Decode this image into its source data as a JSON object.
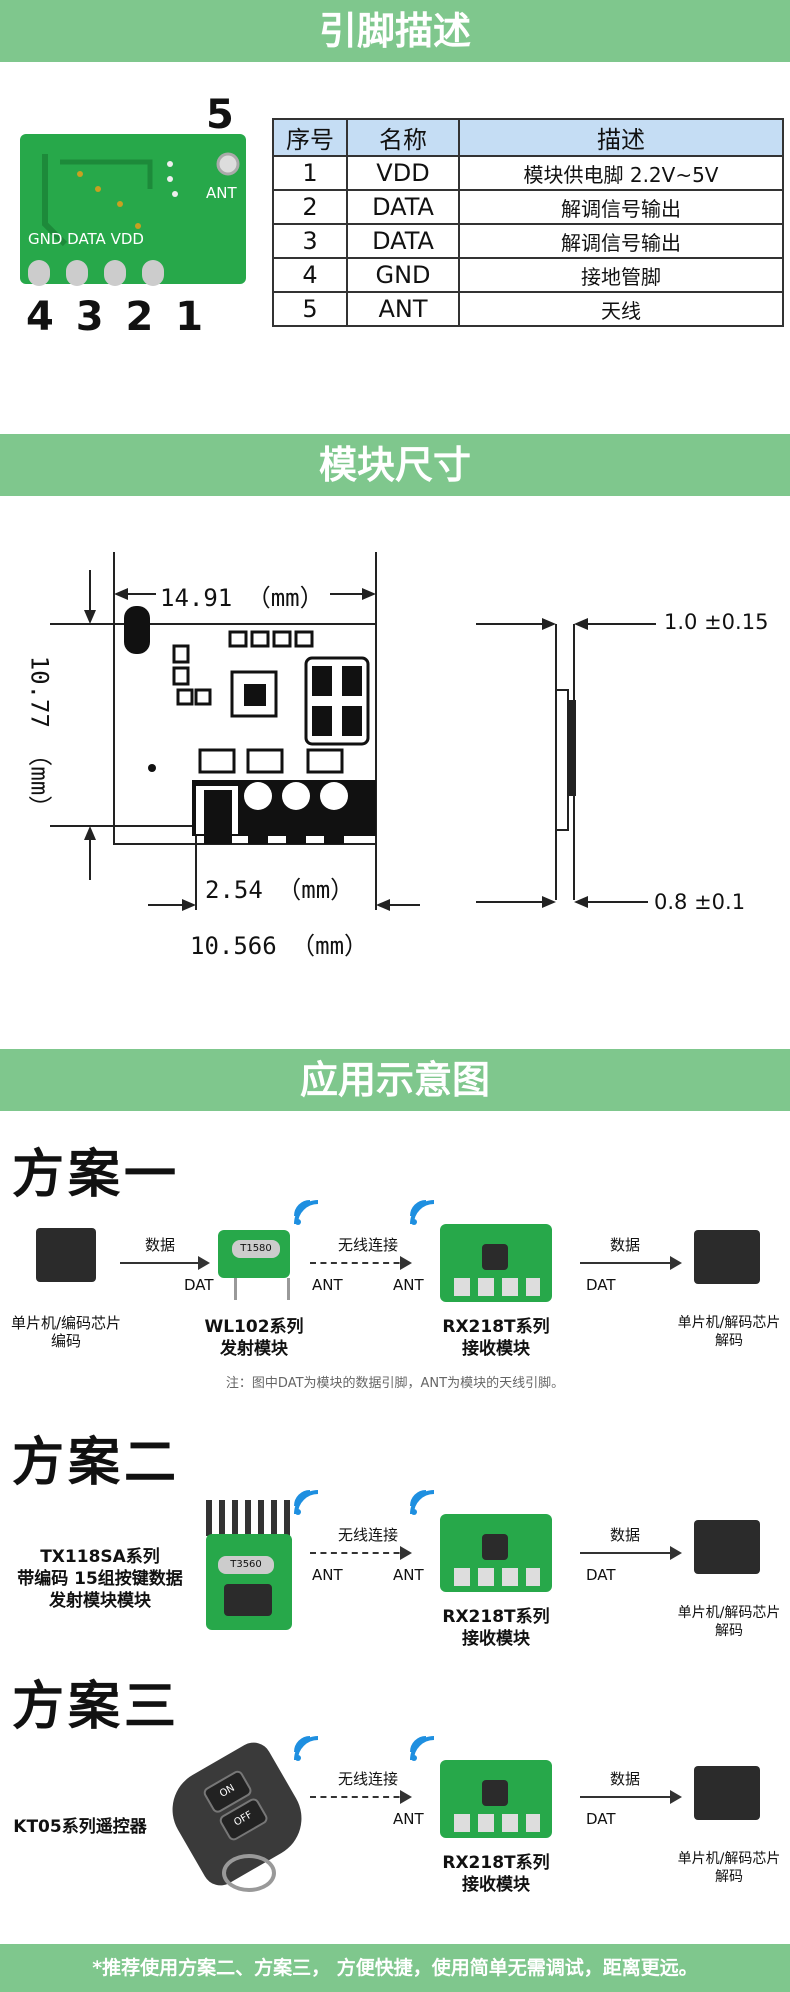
{
  "sections": {
    "pin_title": "引脚描述",
    "size_title": "模块尺寸",
    "app_title": "应用示意图"
  },
  "pin_diagram": {
    "ant_number": "5",
    "ant_label": "ANT",
    "silk": "GND DATA VDD",
    "numbers": "4 3 2 1"
  },
  "pin_table": {
    "headers": [
      "序号",
      "名称",
      "描述"
    ],
    "rows": [
      [
        "1",
        "VDD",
        "模块供电脚 2.2V~5V"
      ],
      [
        "2",
        "DATA",
        "解调信号输出"
      ],
      [
        "3",
        "DATA",
        "解调信号输出"
      ],
      [
        "4",
        "GND",
        "接地管脚"
      ],
      [
        "5",
        "ANT",
        "天线"
      ]
    ]
  },
  "dimensions": {
    "width": "14.91 （mm）",
    "height": "10.77 （mm）",
    "pitch": "2.54 （mm）",
    "pin_span": "10.566 （mm）",
    "thickness_top": "1.0 ±0.15",
    "thickness_bottom": "0.8 ±0.1"
  },
  "scheme1": {
    "title": "方案一",
    "left_label1": "单片机/编码芯片",
    "left_label2": "编码",
    "arrow1_top": "数据",
    "arrow1_bottom": "DAT",
    "tx_name": "WL102系列",
    "tx_sub": "发射模块",
    "tx_chip": "T1580",
    "wireless": "无线连接",
    "ant_left": "ANT",
    "ant_right": "ANT",
    "rx_name": "RX218T系列",
    "rx_sub": "接收模块",
    "arrow3_top": "数据",
    "arrow3_bottom": "DAT",
    "right_label1": "单片机/解码芯片",
    "right_label2": "解码",
    "note": "注：图中DAT为模块的数据引脚，ANT为模块的天线引脚。"
  },
  "scheme2": {
    "title": "方案二",
    "left_label1": "TX118SA系列",
    "left_label2": "带编码 15组按键数据",
    "left_label3": "发射模块模块",
    "tx_chip": "T3560",
    "wireless": "无线连接",
    "ant_left": "ANT",
    "ant_right": "ANT",
    "rx_name": "RX218T系列",
    "rx_sub": "接收模块",
    "arrow3_top": "数据",
    "arrow3_bottom": "DAT",
    "right_label1": "单片机/解码芯片",
    "right_label2": "解码"
  },
  "scheme3": {
    "title": "方案三",
    "left_label": "KT05系列遥控器",
    "remote_on": "ON",
    "remote_off": "OFF",
    "wireless": "无线连接",
    "ant_right": "ANT",
    "rx_name": "RX218T系列",
    "rx_sub": "接收模块",
    "arrow3_top": "数据",
    "arrow3_bottom": "DAT",
    "right_label1": "单片机/解码芯片",
    "right_label2": "解码"
  },
  "footer": "*推荐使用方案二、方案三， 方便快捷，使用简单无需调试，距离更远。",
  "colors": {
    "band": "#7fc78d",
    "pcb": "#27a84a",
    "table_header": "#c5ddf4",
    "wifi": "#1e8fe0"
  }
}
